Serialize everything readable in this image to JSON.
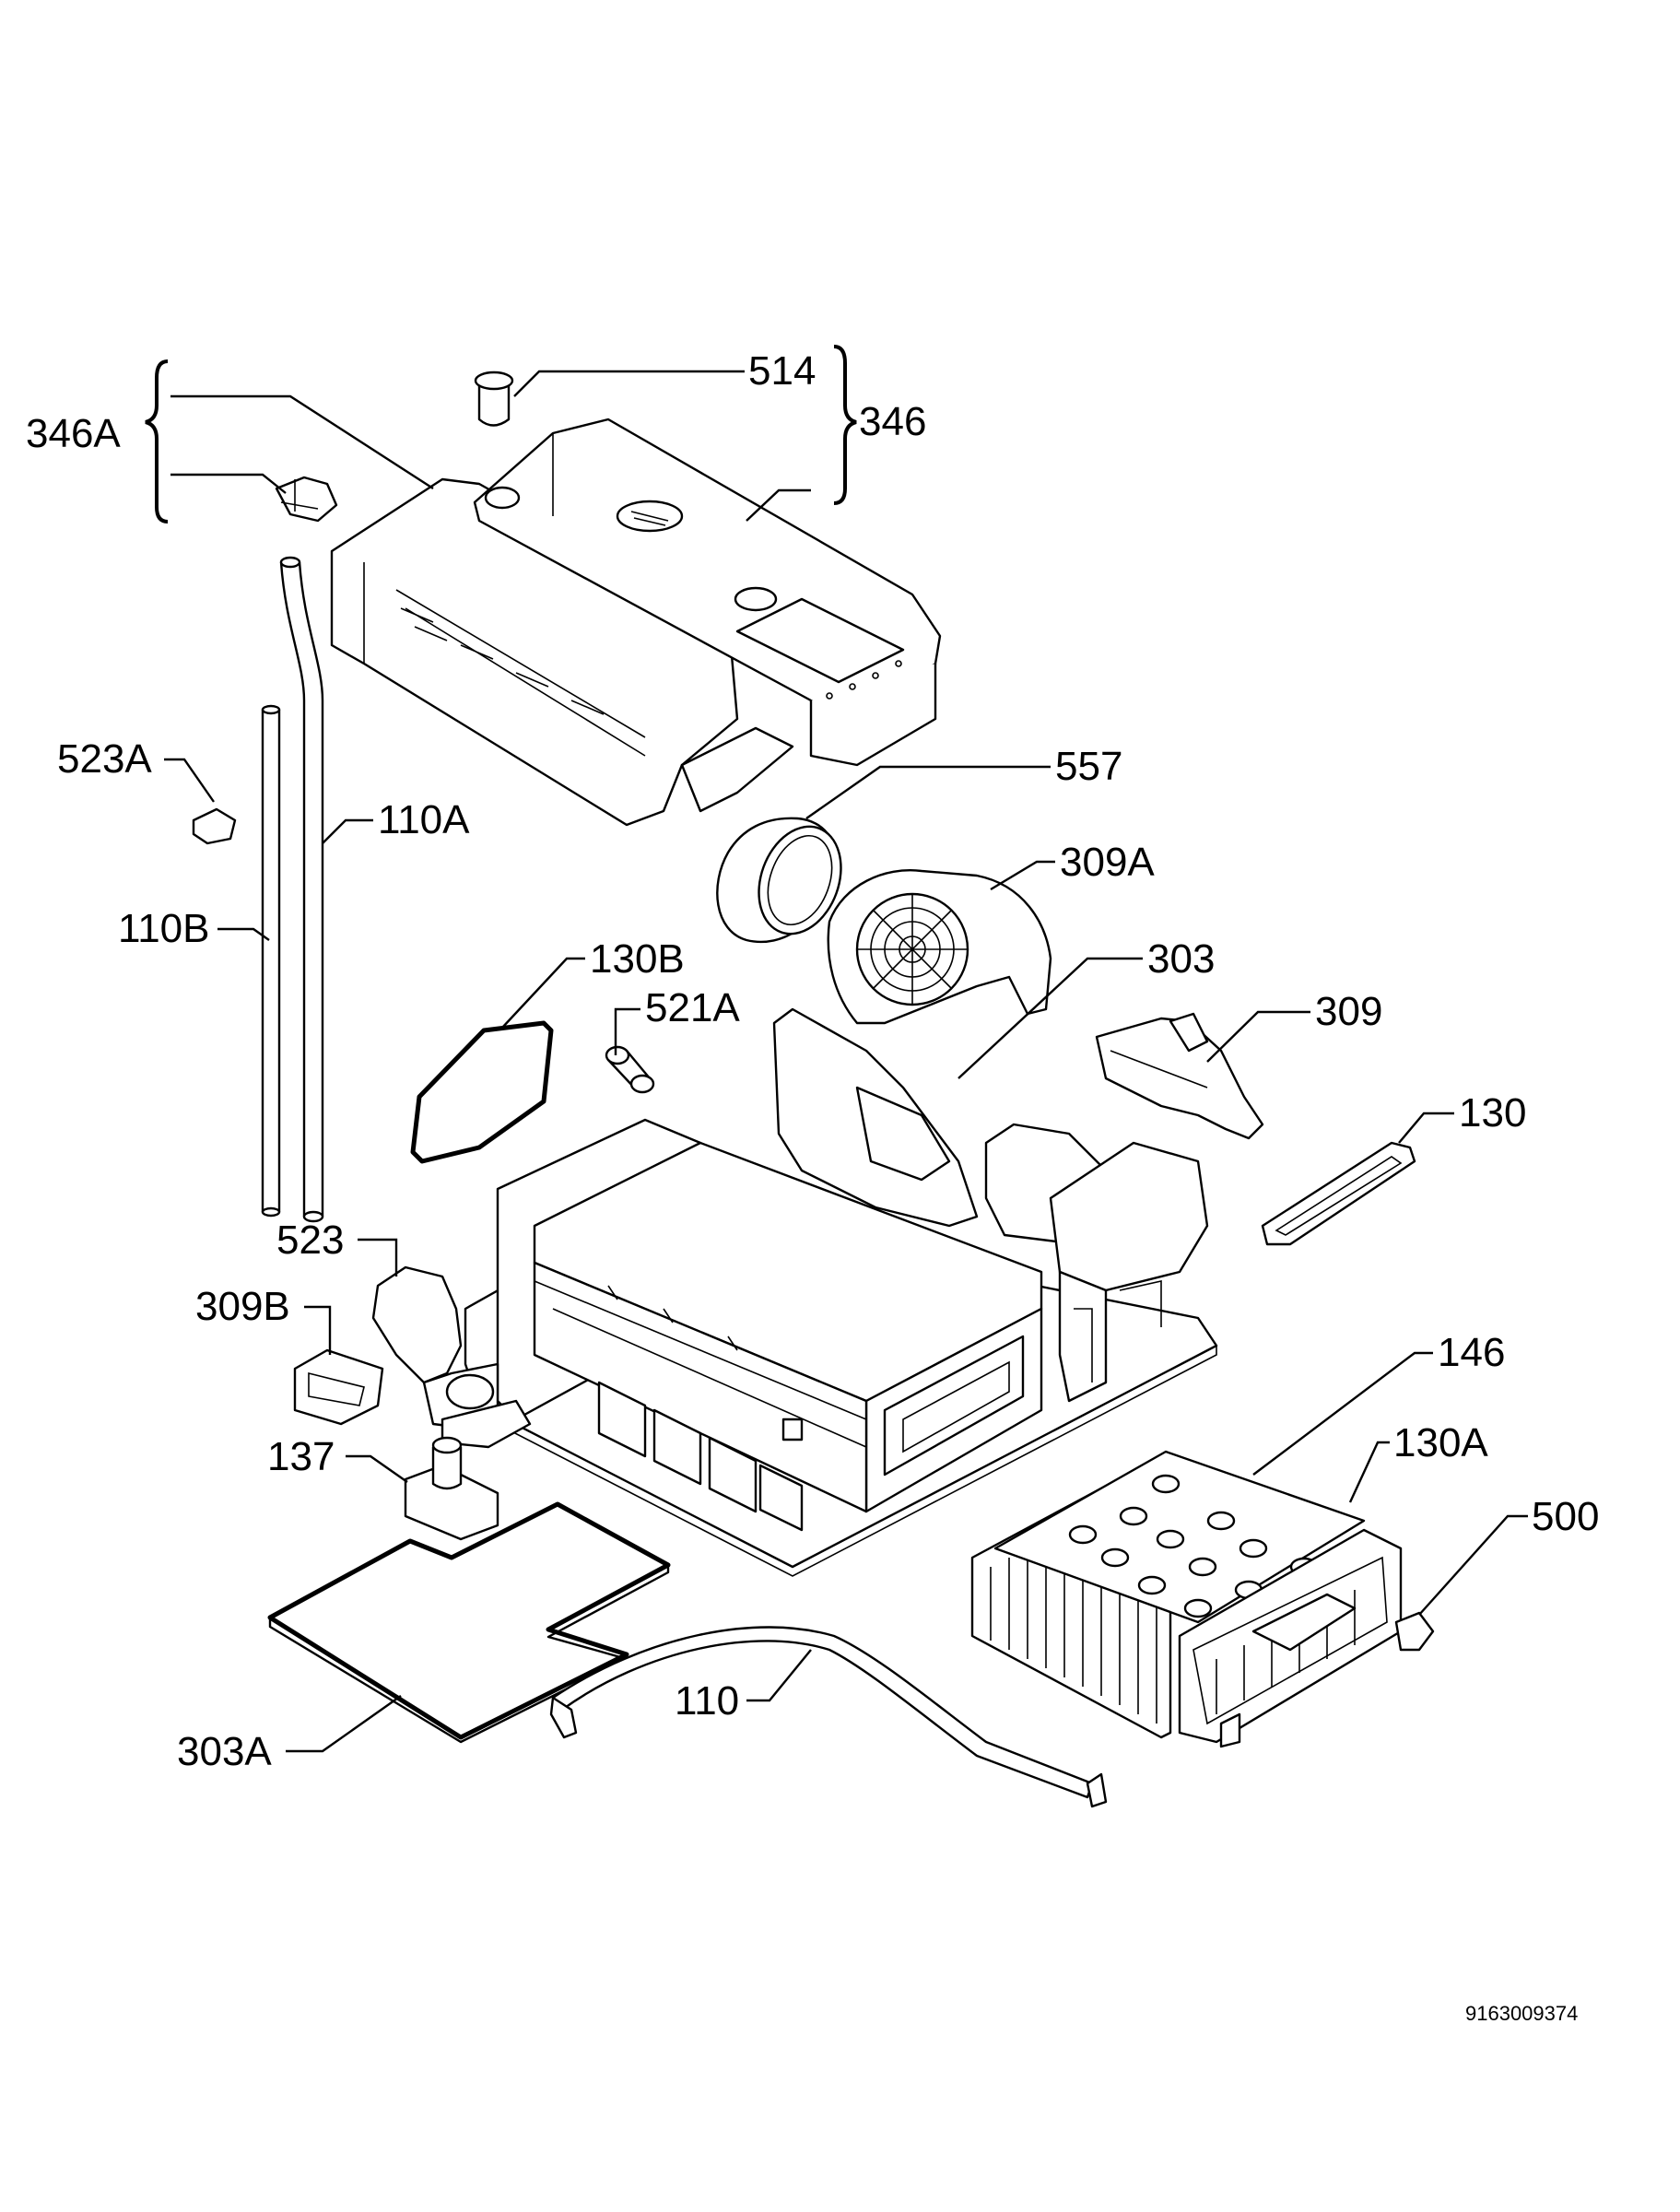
{
  "labels": {
    "l514": "514",
    "l346": "346",
    "l346A": "346A",
    "l523A": "523A",
    "l110A": "110A",
    "l110B": "110B",
    "l557": "557",
    "l309A": "309A",
    "l303": "303",
    "l130B": "130B",
    "l521A": "521A",
    "l309": "309",
    "l130": "130",
    "l523": "523",
    "l309B": "309B",
    "l146": "146",
    "l130A": "130A",
    "l137": "137",
    "l500": "500",
    "l110": "110",
    "l303A": "303A"
  },
  "document_number": "9163009374"
}
